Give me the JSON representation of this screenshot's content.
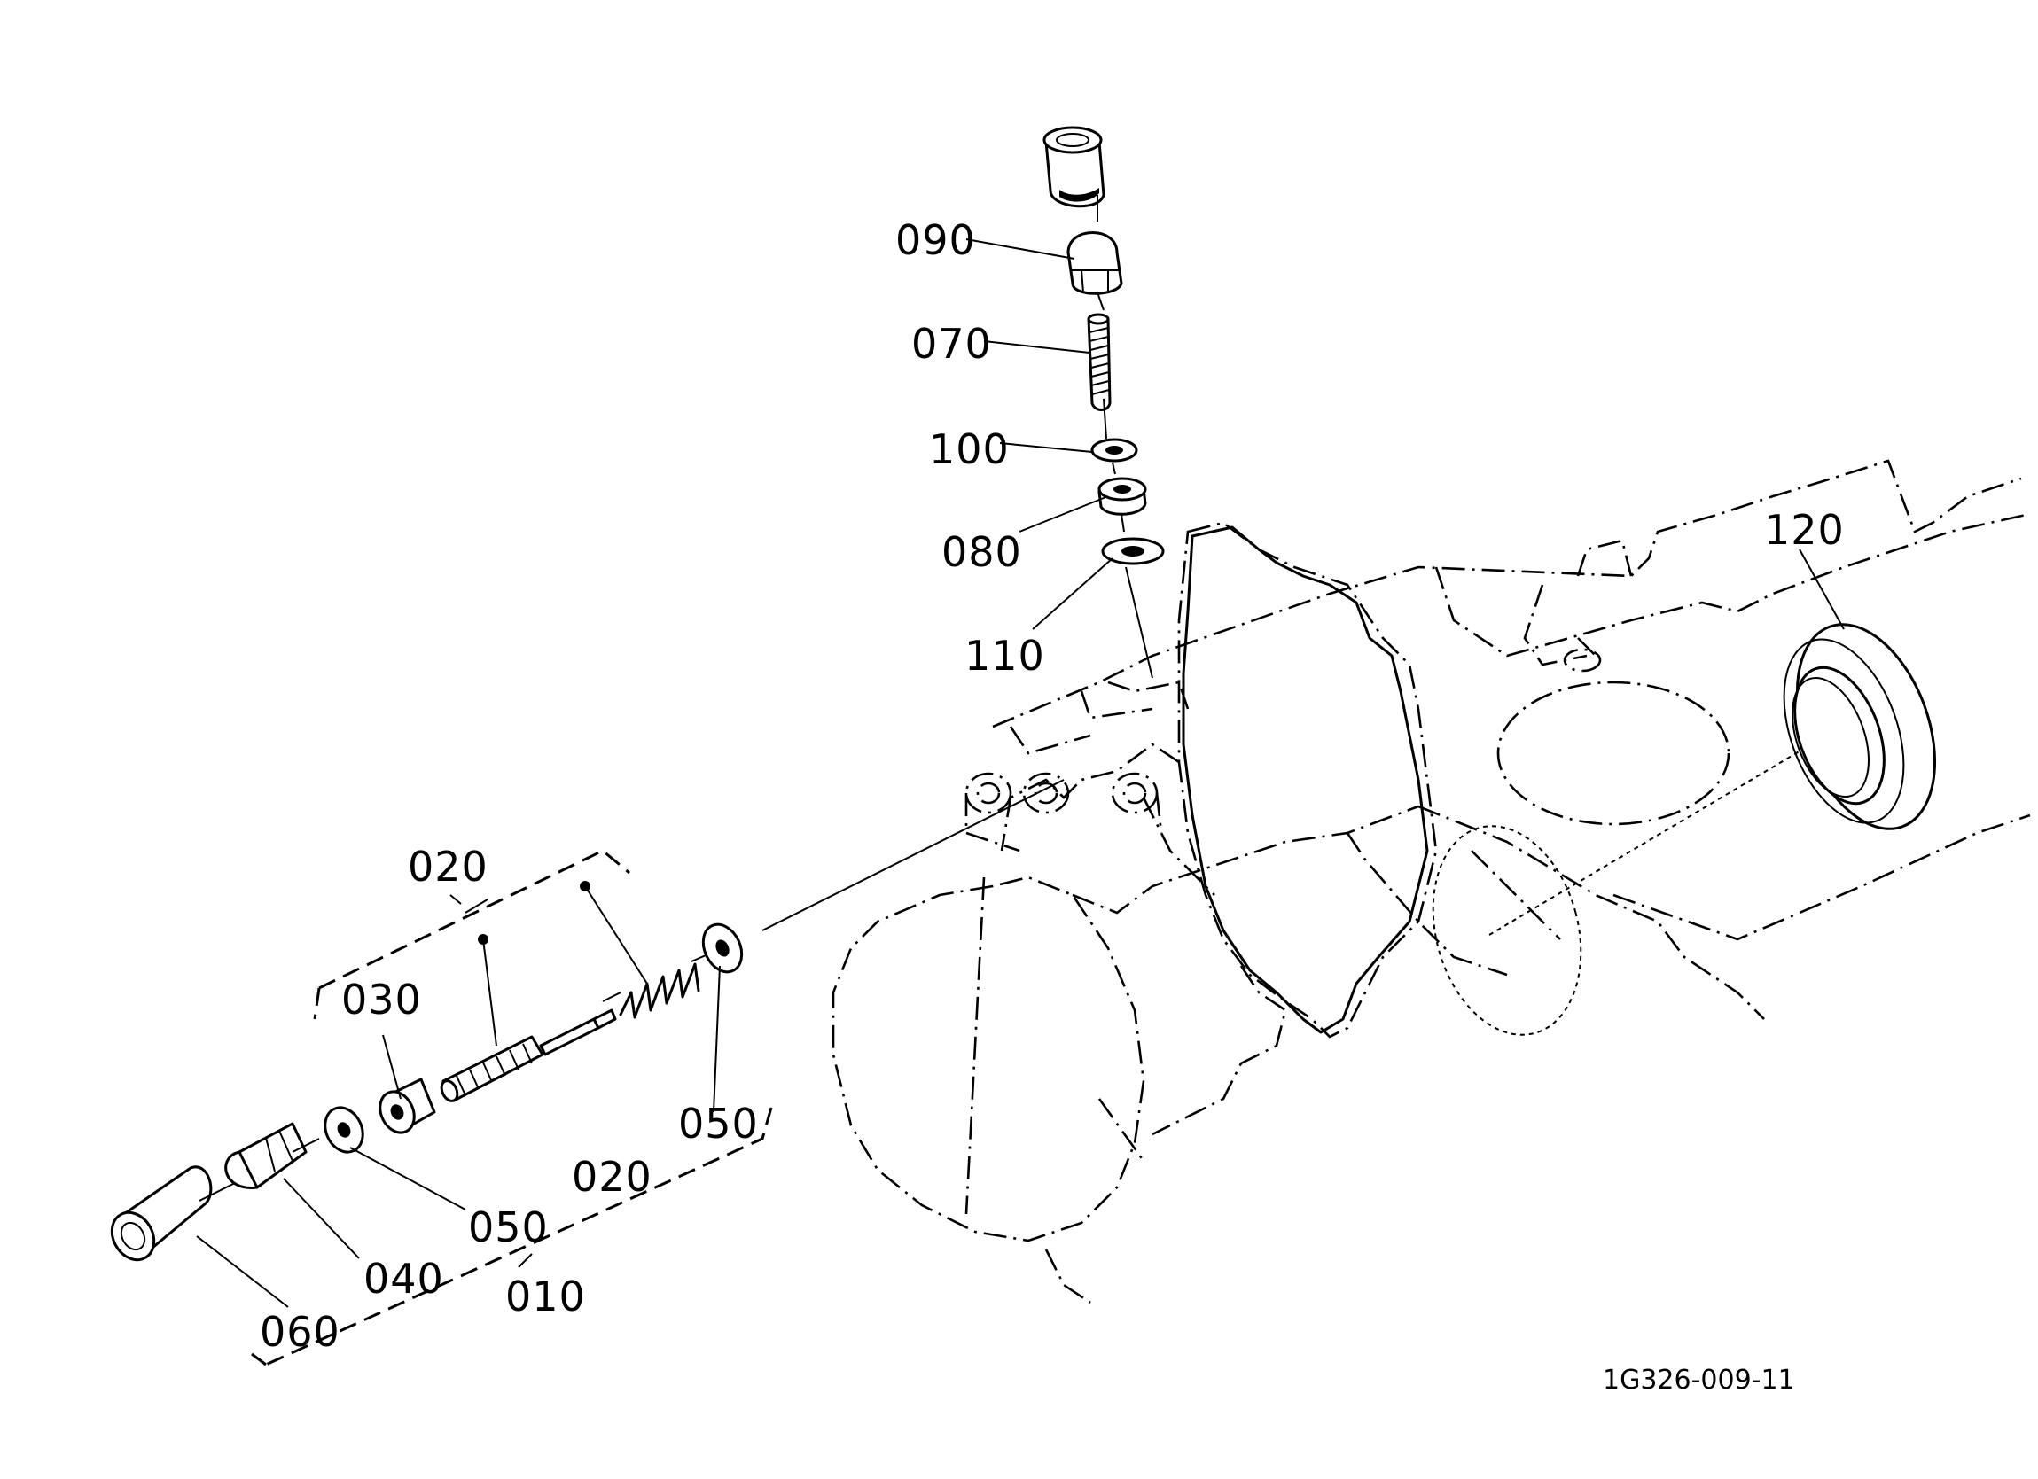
{
  "labels": {
    "p010": "010",
    "p020a": "020",
    "p020b": "020",
    "p030": "030",
    "p040": "040",
    "p050a": "050",
    "p050b": "050",
    "p060": "060",
    "p070": "070",
    "p080": "080",
    "p090": "090",
    "p100": "100",
    "p110": "110",
    "p120": "120"
  },
  "drawing_number": "1G326-009-11"
}
